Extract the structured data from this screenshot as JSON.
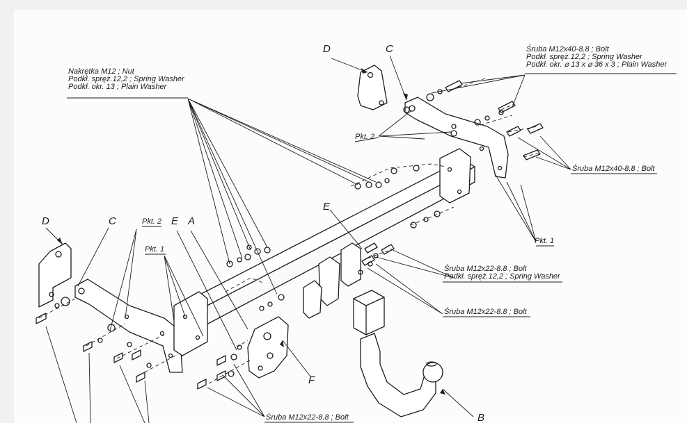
{
  "labels": {
    "D": "D",
    "C": "C",
    "A": "A",
    "B": "B",
    "E": "E",
    "F": "F"
  },
  "callouts": {
    "nut_group": [
      "Nakrętka  M12 ; Nut",
      "Podkł. spręż.12,2 ; Spring Washer",
      "Podkł. okr. 13 ; Plain Washer"
    ],
    "bolt_top_group": [
      "Śruba M12x40-8.8 ;  Bolt",
      "Podkł. spręż.12,2 ;  Spring Washer",
      "Podkł. okr. ⌀ 13 x ⌀ 36 x 3 ;  Plain Washer"
    ],
    "bolt_m12x40": "Śruba M12x40-8.8 ;  Bolt",
    "bolt_m12x22_group": [
      "Śruba M12x22-8.8 ;  Bolt",
      "Podkł. spręż.12,2 ; Spring Washer"
    ],
    "bolt_m12x22_mid": "Śruba M12x22-8.8 ;  Bolt",
    "bolt_m12x22_bottom": "Śruba M12x22-8.8 ;  Bolt",
    "pkt1": "Pkt. 1",
    "pkt2": "Pkt. 2"
  }
}
